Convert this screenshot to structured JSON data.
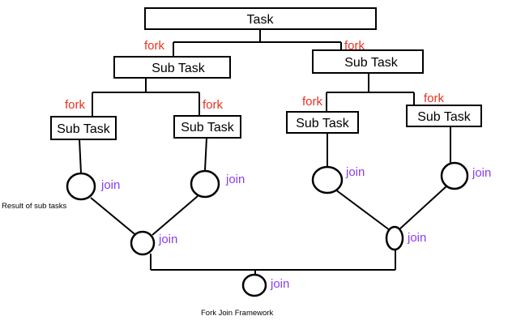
{
  "diagram": {
    "root_label": "Task",
    "fork_label": "fork",
    "join_label": "join",
    "subtask_label": "Sub Task",
    "result_note": "Result of sub tasks",
    "footer_title": "Fork Join Framework"
  },
  "colors": {
    "fork": "#e8321f",
    "join": "#8a3df0",
    "stroke": "#000000",
    "background": "#ffffff"
  }
}
